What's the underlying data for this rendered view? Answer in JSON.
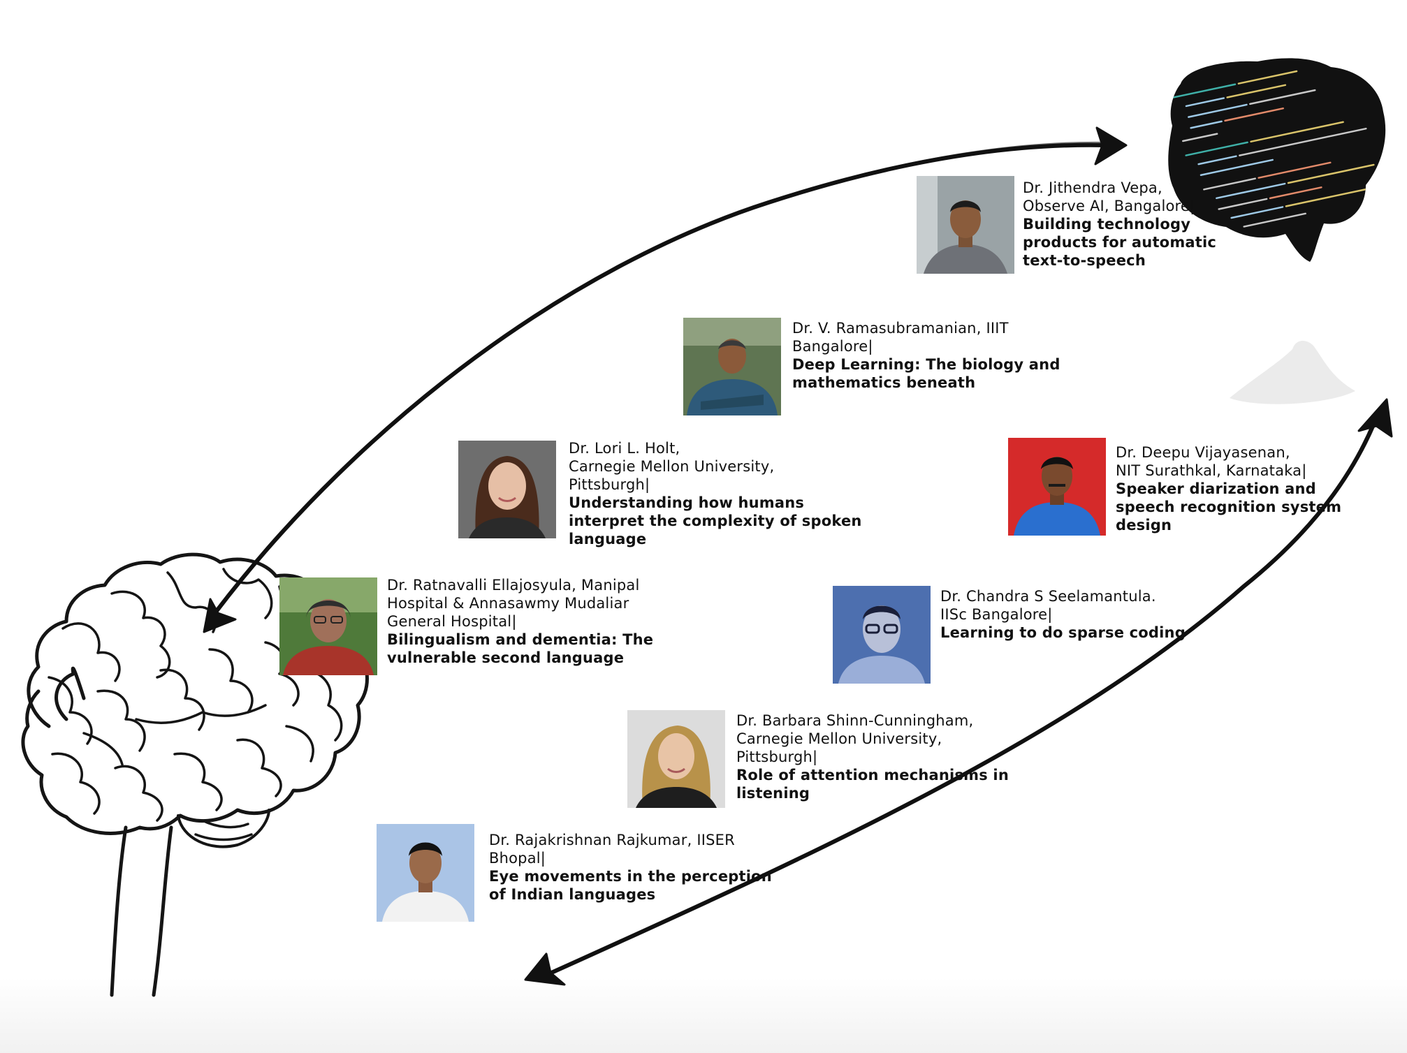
{
  "colors": {
    "background": "#ffffff",
    "text": "#111111",
    "arrow": "#111111",
    "code_brain": "#111111"
  },
  "illustrations": {
    "left": "brain-outline-drawing",
    "right": "brain-silhouette-with-code"
  },
  "speakers": [
    {
      "photo": "portrait-man-gray-shirt",
      "lines": [
        "Dr. Jithendra Vepa,",
        "Observe AI, Bangalore|"
      ],
      "talk": [
        "Building technology",
        "products for automatic",
        "text-to-speech"
      ]
    },
    {
      "photo": "portrait-man-arms-crossed",
      "lines": [
        "Dr. V. Ramasubramanian, IIIT",
        "Bangalore|"
      ],
      "talk": [
        "Deep Learning: The biology and",
        "mathematics beneath"
      ]
    },
    {
      "photo": "portrait-woman-brown-hair",
      "lines": [
        "Dr. Lori L. Holt,",
        "Carnegie Mellon University,",
        "Pittsburgh|"
      ],
      "talk": [
        "Understanding how humans",
        "interpret the complexity of spoken",
        "language"
      ]
    },
    {
      "photo": "portrait-man-red-background",
      "lines": [
        "Dr. Deepu Vijayasenan,",
        "NIT Surathkal, Karnataka|"
      ],
      "talk": [
        "Speaker diarization and",
        "speech recognition system",
        "design"
      ]
    },
    {
      "photo": "portrait-woman-glasses",
      "lines": [
        "Dr. Ratnavalli Ellajosyula, Manipal",
        "Hospital & Annasawmy Mudaliar",
        "General Hospital|"
      ],
      "talk": [
        "Bilingualism and dementia: The",
        "vulnerable second language"
      ]
    },
    {
      "photo": "portrait-man-glasses-painted",
      "lines": [
        "Dr. Chandra S Seelamantula.",
        "IISc Bangalore|"
      ],
      "talk": [
        "Learning to do sparse coding"
      ]
    },
    {
      "photo": "portrait-woman-blonde",
      "lines": [
        "Dr. Barbara Shinn-Cunningham,",
        "Carnegie Mellon University,",
        "Pittsburgh|"
      ],
      "talk": [
        "Role of attention mechanisms in",
        "listening"
      ]
    },
    {
      "photo": "portrait-man-white-shirt",
      "lines": [
        "Dr. Rajakrishnan Rajkumar, IISER",
        "Bhopal|"
      ],
      "talk": [
        "Eye movements in the perception",
        "of Indian languages"
      ]
    }
  ]
}
